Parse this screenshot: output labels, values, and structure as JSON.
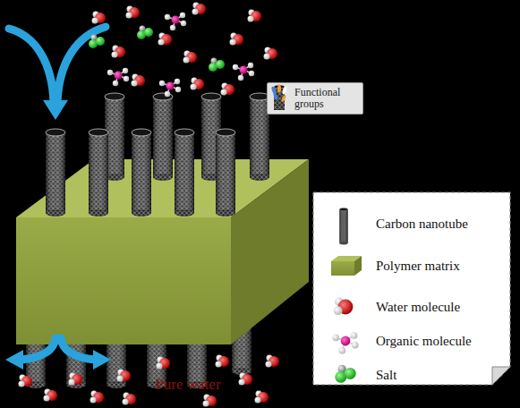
{
  "diagram": {
    "nodes": [
      {
        "text": [
          "Functional groups"
        ]
      }
    ],
    "labels": [
      "Pure water"
    ],
    "legend": [
      {
        "text": "Carbon nanotube"
      },
      {
        "text": "Polymer matrix"
      },
      {
        "text": "Water molecule"
      },
      {
        "text": "Organic molecule"
      },
      {
        "text": "Salt"
      }
    ]
  }
}
